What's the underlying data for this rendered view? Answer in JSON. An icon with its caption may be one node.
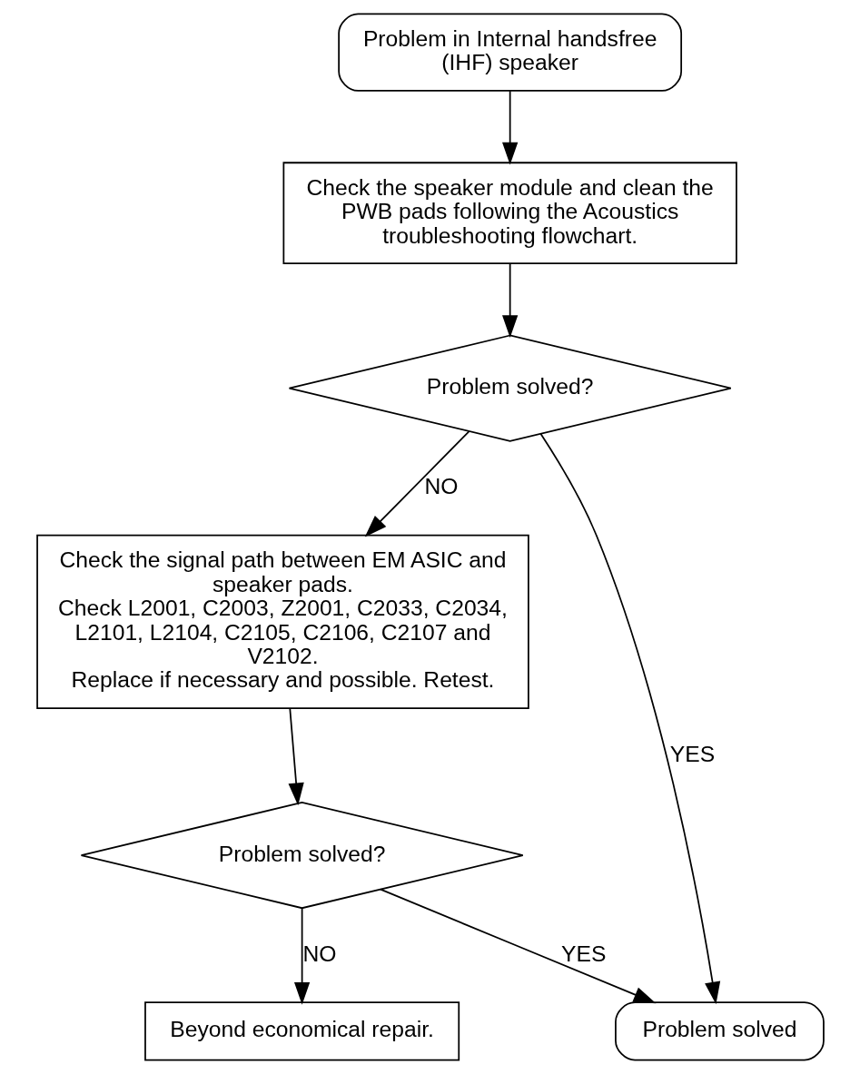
{
  "diagram": {
    "nodes": [
      {
        "text": [
          "Problem in Internal handsfree (IHF) speaker"
        ]
      },
      {
        "text": [
          "Check the speaker module and clean the PWB pads following the Acoustics troubleshooting flowchart."
        ]
      },
      {
        "text": [
          "Problem solved?"
        ]
      },
      {
        "text": [
          "Check the signal path between EM ASIC and speaker pads.",
          "Check L2001, C2003, Z2001, C2033, C2034, L2101, L2104, C2105, C2106, C2107 and V2102.",
          "Replace if necessary and possible. Retest."
        ]
      },
      {
        "text": [
          "Problem solved?"
        ]
      },
      {
        "text": [
          "Beyond economical repair."
        ]
      },
      {
        "text": [
          "Problem solved"
        ]
      }
    ],
    "edges": [
      {
        "from": 0,
        "to": 1,
        "arrow": "to"
      },
      {
        "from": 1,
        "to": 2,
        "arrow": "to"
      },
      {
        "from": 2,
        "to": 6,
        "arrow": "to",
        "label": "YES"
      },
      {
        "from": 2,
        "to": 3,
        "arrow": "to",
        "label": "NO"
      },
      {
        "from": 3,
        "to": 4,
        "arrow": "to"
      },
      {
        "from": 4,
        "to": 6,
        "arrow": "to",
        "label": "YES"
      },
      {
        "from": 4,
        "to": 5,
        "arrow": "to",
        "label": "NO"
      }
    ]
  }
}
